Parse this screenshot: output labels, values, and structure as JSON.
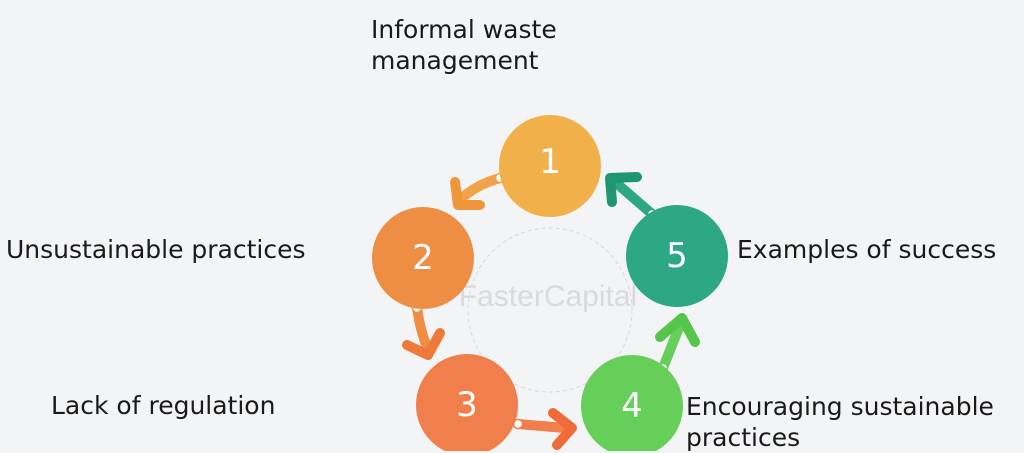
{
  "watermark": "FasterCapital",
  "steps": [
    {
      "number": "1",
      "label_line1": "Informal waste",
      "label_line2": "management",
      "color": "#F2B04A"
    },
    {
      "number": "2",
      "label_line1": "Unsustainable practices",
      "color": "#EE8E45"
    },
    {
      "number": "3",
      "label_line1": "Lack of regulation",
      "color": "#F07F4C"
    },
    {
      "number": "4",
      "label_line1": "Encouraging sustainable",
      "label_line2": "practices",
      "color": "#66CF5A"
    },
    {
      "number": "5",
      "label_line1": "Examples of success",
      "color": "#2EA784"
    }
  ]
}
